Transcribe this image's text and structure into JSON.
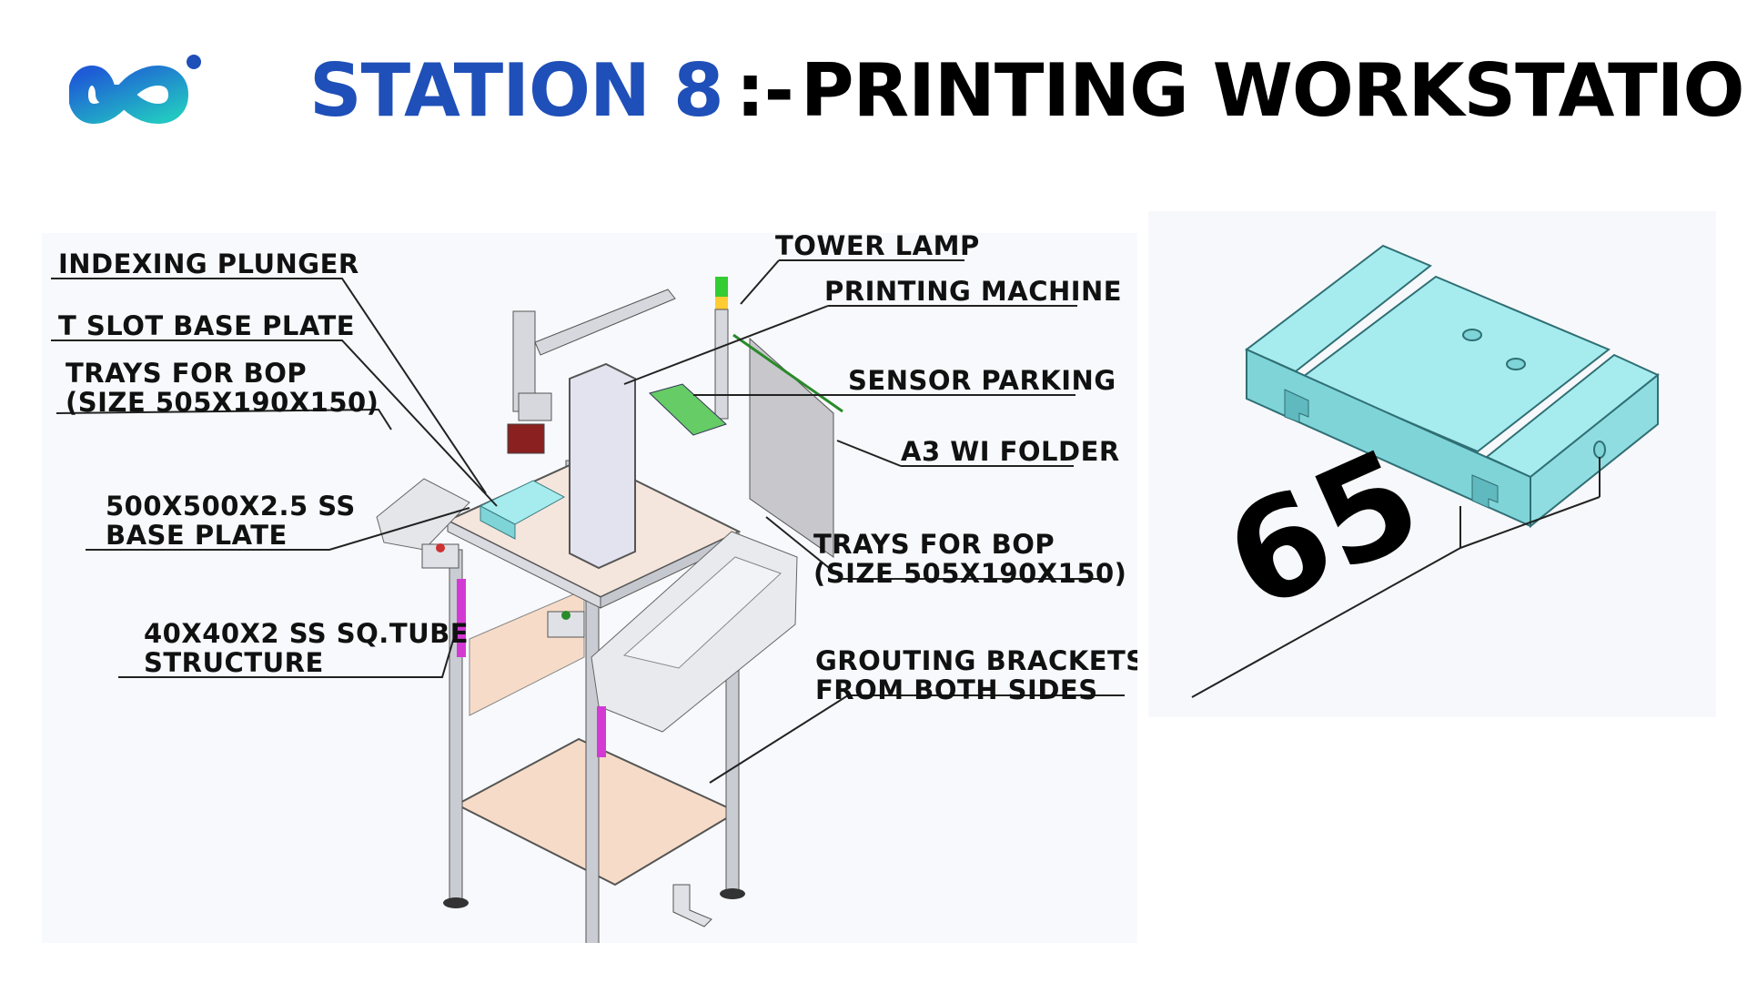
{
  "header": {
    "title_station": "STATION",
    "title_number": "8",
    "title_separator": ":-",
    "title_rest": "PRINTING WORKSTATION"
  },
  "diagram": {
    "labels": {
      "indexing_plunger": "INDEXING PLUNGER",
      "t_slot_base_plate": "T SLOT BASE PLATE",
      "trays_left_line1": "TRAYS FOR BOP",
      "trays_left_line2": "(SIZE 505X190X150)",
      "base_plate_line1": "500X500X2.5 SS",
      "base_plate_line2": "BASE PLATE",
      "tube_line1": "40X40X2 SS SQ.TUBE",
      "tube_line2": "STRUCTURE",
      "tower_lamp": "TOWER LAMP",
      "printing_machine": "PRINTING MACHINE",
      "sensor_parking": "SENSOR PARKING",
      "a3_wi_folder": "A3 WI FOLDER",
      "trays_right_line1": "TRAYS FOR BOP",
      "trays_right_line2": "(SIZE 505X190X150)",
      "grouting_line1": "GROUTING BRACKETS",
      "grouting_line2": "FROM BOTH SIDES"
    }
  },
  "detail": {
    "dimension": "65"
  },
  "colors": {
    "brand_blue": "#1f4fb8",
    "tslot_cyan": "#a6ecef",
    "tray_peach": "#f6dcc8"
  }
}
